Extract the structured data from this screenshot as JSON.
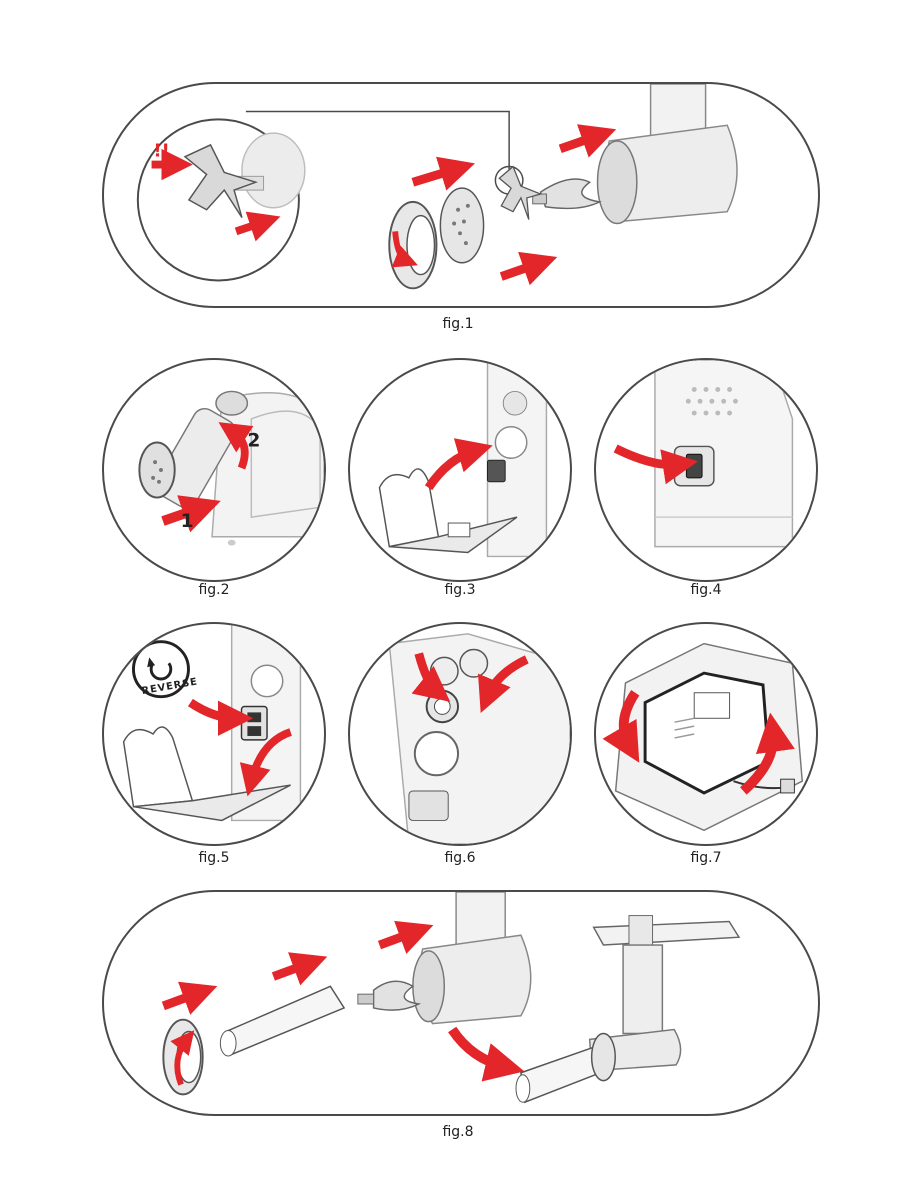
{
  "figures": {
    "fig1": "fig.1",
    "fig2": "fig.2",
    "fig3": "fig.3",
    "fig4": "fig.4",
    "fig5": "fig.5",
    "fig6": "fig.6",
    "fig7": "fig.7",
    "fig8": "fig.8"
  },
  "fig1_panel": {
    "warning_mark": "!!"
  },
  "fig2_panel": {
    "step_1": "1",
    "step_2": "2"
  },
  "fig5_panel": {
    "reverse_label": "REVERSE"
  },
  "colors": {
    "arrow_red": "#e3262a",
    "outline": "#4a4a4a",
    "part_grey": "#d9d9d9"
  },
  "icons": [
    "arrow-icon",
    "reverse-icon",
    "switch-icon",
    "plug-icon"
  ]
}
